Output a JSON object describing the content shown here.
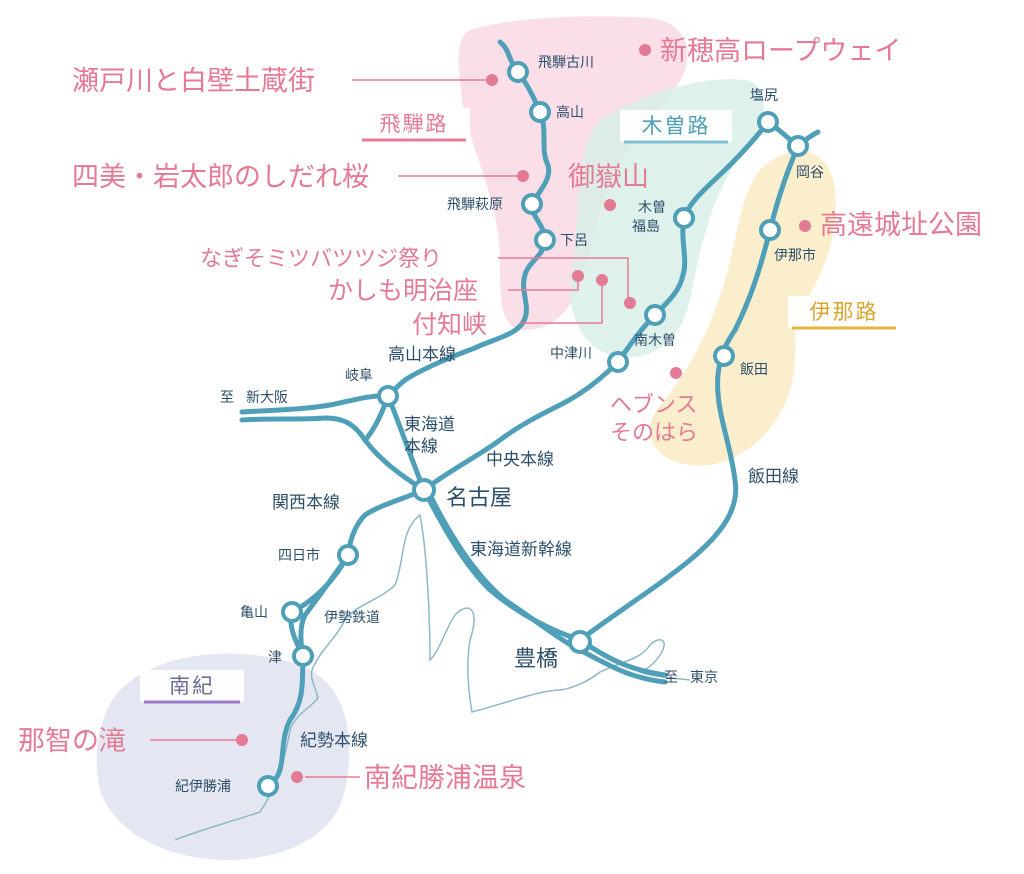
{
  "colors": {
    "rail": "#4f9fb8",
    "spot": "#e57a95",
    "text": "#2e4f6a",
    "hida_region": "#f9d8e4",
    "kiso_region": "#d8efe7",
    "ina_region": "#fbecc6",
    "nanki_region": "#e3e5f1"
  },
  "regions": {
    "hida": "飛騨路",
    "kiso": "木曽路",
    "ina": "伊那路",
    "nanki": "南紀"
  },
  "lines": {
    "takayama": "高山本線",
    "tokaido": "東海道本線",
    "chuo": "中央本線",
    "kansai": "関西本線",
    "shinkansen": "東海道新幹線",
    "iida": "飯田線",
    "ise_railway": "伊勢鉄道",
    "kisei": "紀勢本線"
  },
  "stations": {
    "hida_furukawa": "飛騨古川",
    "takayama": "高山",
    "hida_hagiwara": "飛騨萩原",
    "gero": "下呂",
    "gifu": "岐阜",
    "nagoya": "名古屋",
    "yokkaichi": "四日市",
    "kameyama": "亀山",
    "tsu": "津",
    "kii_katsuura": "紀伊勝浦",
    "toyohashi": "豊橋",
    "shiojiri": "塩尻",
    "okaya": "岡谷",
    "kiso_fukushima_1": "木曽",
    "kiso_fukushima_2": "福島",
    "minami_kiso": "南木曽",
    "nakatsugawa": "中津川",
    "inashi": "伊那市",
    "iida": "飯田"
  },
  "directions": {
    "osaka_prefix": "至",
    "osaka": "新大阪",
    "tokyo_prefix": "至",
    "tokyo": "東京"
  },
  "spots": {
    "shinhotaka": "新穂高ロープウェイ",
    "setogawa": "瀬戸川と白壁土蔵街",
    "shibi": "四美・岩太郎のしだれ桜",
    "ontake": "御嶽山",
    "takato": "高遠城址公園",
    "nagiso": "なぎそミツバツツジ祭り",
    "kashimo": "かしも明治座",
    "tsukechi": "付知峡",
    "heavens_1": "ヘブンス",
    "heavens_2": "そのはら",
    "nachi": "那智の滝",
    "nanki_katsuura": "南紀勝浦温泉"
  }
}
